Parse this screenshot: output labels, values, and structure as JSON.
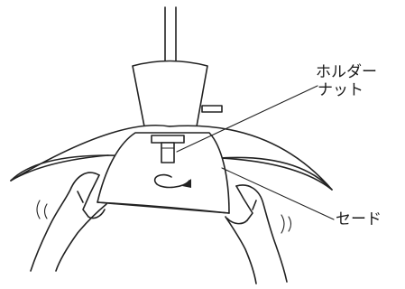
{
  "labels": {
    "holder_nut_line1": "ホルダー",
    "holder_nut_line2": "ナット",
    "shade": "セード"
  }
}
